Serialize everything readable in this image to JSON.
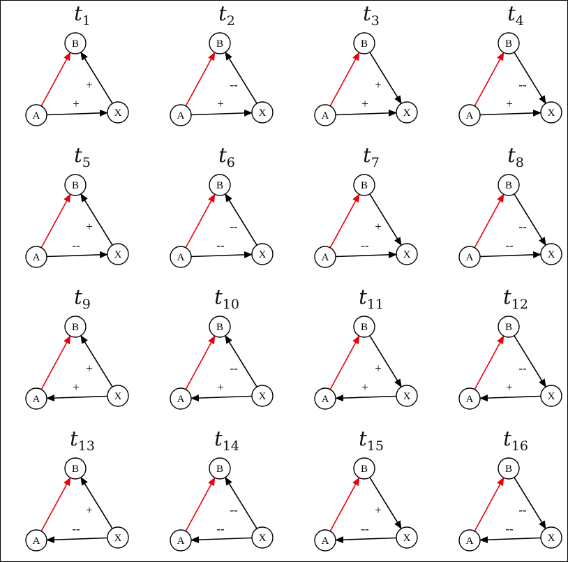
{
  "node_labels": {
    "a": "A",
    "b": "B",
    "x": "X"
  },
  "colors": {
    "ab_edge": "#e8000b",
    "edge": "#000000"
  },
  "triads": [
    {
      "title": "t",
      "subscript": "1",
      "xb_direction": "x-to-b",
      "xb_sign": "+",
      "ax_direction": "a-to-x",
      "ax_sign": "+"
    },
    {
      "title": "t",
      "subscript": "2",
      "xb_direction": "x-to-b",
      "xb_sign": "--",
      "ax_direction": "a-to-x",
      "ax_sign": "+"
    },
    {
      "title": "t",
      "subscript": "3",
      "xb_direction": "b-to-x",
      "xb_sign": "+",
      "ax_direction": "a-to-x",
      "ax_sign": "+"
    },
    {
      "title": "t",
      "subscript": "4",
      "xb_direction": "b-to-x",
      "xb_sign": "--",
      "ax_direction": "a-to-x",
      "ax_sign": "+"
    },
    {
      "title": "t",
      "subscript": "5",
      "xb_direction": "x-to-b",
      "xb_sign": "+",
      "ax_direction": "a-to-x",
      "ax_sign": "--"
    },
    {
      "title": "t",
      "subscript": "6",
      "xb_direction": "x-to-b",
      "xb_sign": "--",
      "ax_direction": "a-to-x",
      "ax_sign": "--"
    },
    {
      "title": "t",
      "subscript": "7",
      "xb_direction": "b-to-x",
      "xb_sign": "+",
      "ax_direction": "a-to-x",
      "ax_sign": "--"
    },
    {
      "title": "t",
      "subscript": "8",
      "xb_direction": "b-to-x",
      "xb_sign": "--",
      "ax_direction": "a-to-x",
      "ax_sign": "--"
    },
    {
      "title": "t",
      "subscript": "9",
      "xb_direction": "x-to-b",
      "xb_sign": "+",
      "ax_direction": "x-to-a",
      "ax_sign": "+"
    },
    {
      "title": "t",
      "subscript": "10",
      "xb_direction": "x-to-b",
      "xb_sign": "--",
      "ax_direction": "x-to-a",
      "ax_sign": "+"
    },
    {
      "title": "t",
      "subscript": "11",
      "xb_direction": "b-to-x",
      "xb_sign": "+",
      "ax_direction": "x-to-a",
      "ax_sign": "+"
    },
    {
      "title": "t",
      "subscript": "12",
      "xb_direction": "b-to-x",
      "xb_sign": "--",
      "ax_direction": "x-to-a",
      "ax_sign": "+"
    },
    {
      "title": "t",
      "subscript": "13",
      "xb_direction": "x-to-b",
      "xb_sign": "+",
      "ax_direction": "x-to-a",
      "ax_sign": "--"
    },
    {
      "title": "t",
      "subscript": "14",
      "xb_direction": "x-to-b",
      "xb_sign": "--",
      "ax_direction": "x-to-a",
      "ax_sign": "--"
    },
    {
      "title": "t",
      "subscript": "15",
      "xb_direction": "b-to-x",
      "xb_sign": "+",
      "ax_direction": "x-to-a",
      "ax_sign": "--"
    },
    {
      "title": "t",
      "subscript": "16",
      "xb_direction": "b-to-x",
      "xb_sign": "--",
      "ax_direction": "x-to-a",
      "ax_sign": "--"
    }
  ]
}
